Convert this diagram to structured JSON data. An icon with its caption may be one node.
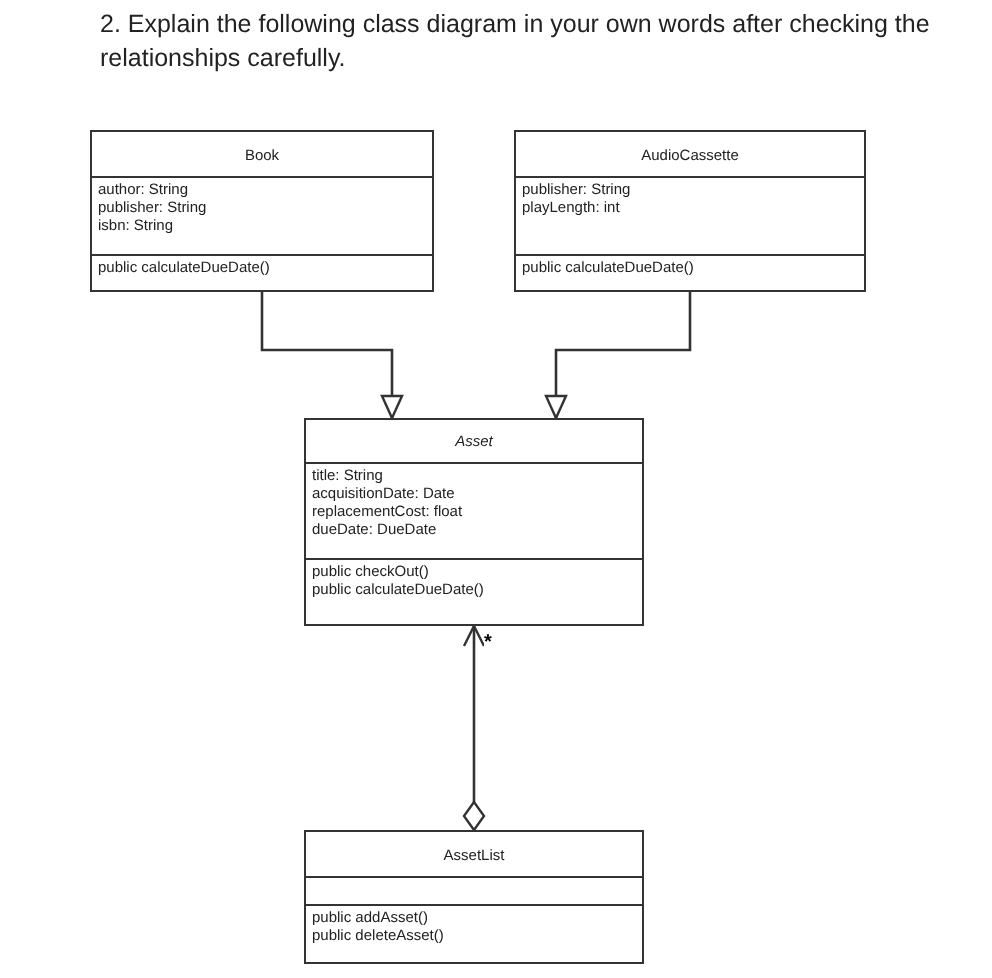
{
  "diagram": {
    "title": "2. Explain the following class diagram in your own words after checking the relationships carefully.",
    "nodes": [
      {
        "text": [
          "Book",
          "author: String",
          "publisher: String",
          "isbn: String",
          "public calculateDueDate()"
        ]
      },
      {
        "text": [
          "AudioCassette",
          "publisher: String",
          "playLength: int",
          "public calculateDueDate()"
        ]
      },
      {
        "text": [
          "Asset",
          "title: String",
          "acquisitionDate: Date",
          "replacementCost: float",
          "dueDate: DueDate",
          "public checkOut()",
          "public calculateDueDate()"
        ]
      },
      {
        "text": [
          "AssetList",
          "public addAsset()",
          "public deleteAsset()"
        ]
      }
    ],
    "edges": [
      {
        "from": 0,
        "to": 2,
        "arrow": "to"
      },
      {
        "from": 1,
        "to": 2,
        "arrow": "to"
      },
      {
        "from": 3,
        "to": 2,
        "arrow": "to",
        "label": "*"
      }
    ]
  }
}
